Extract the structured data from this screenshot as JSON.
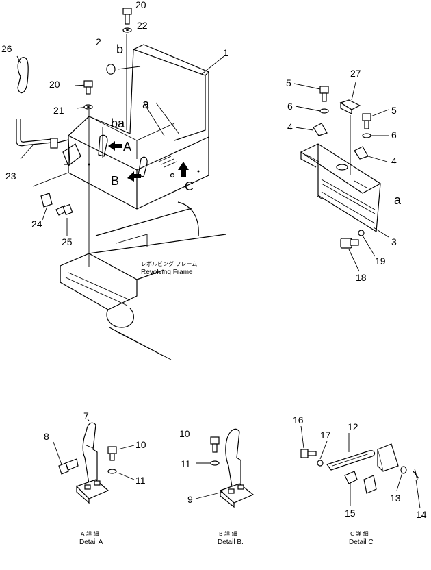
{
  "labels": {
    "p20a": "20",
    "p22": "22",
    "p2": "2",
    "pb": "b",
    "p1": "1",
    "p26": "26",
    "p20b": "20",
    "p21": "21",
    "pa": "a",
    "pba": "ba",
    "pA": "A",
    "pB": "B",
    "pC": "C",
    "p23": "23",
    "p24": "24",
    "p25": "25",
    "p27": "27",
    "p5a": "5",
    "p6a": "6",
    "p4a": "4",
    "p5b": "5",
    "p6b": "6",
    "p4b": "4",
    "pa2": "a",
    "p3": "3",
    "p19": "19",
    "p18": "18",
    "p7": "7",
    "p8": "8",
    "p10a": "10",
    "p11a": "11",
    "p10b": "10",
    "p11b": "11",
    "p9": "9",
    "p16": "16",
    "p17": "17",
    "p12": "12",
    "p13": "13",
    "p14": "14",
    "p15": "15"
  },
  "frame": {
    "jp": "レボルビング フレーム",
    "en": "Revolving Frame"
  },
  "details": {
    "a_jp": "A 詳 細",
    "a_en": "Detail A",
    "b_jp": "B 詳 細",
    "b_en": "Detail B.",
    "c_jp": "C 詳 細",
    "c_en": "Detail C"
  }
}
